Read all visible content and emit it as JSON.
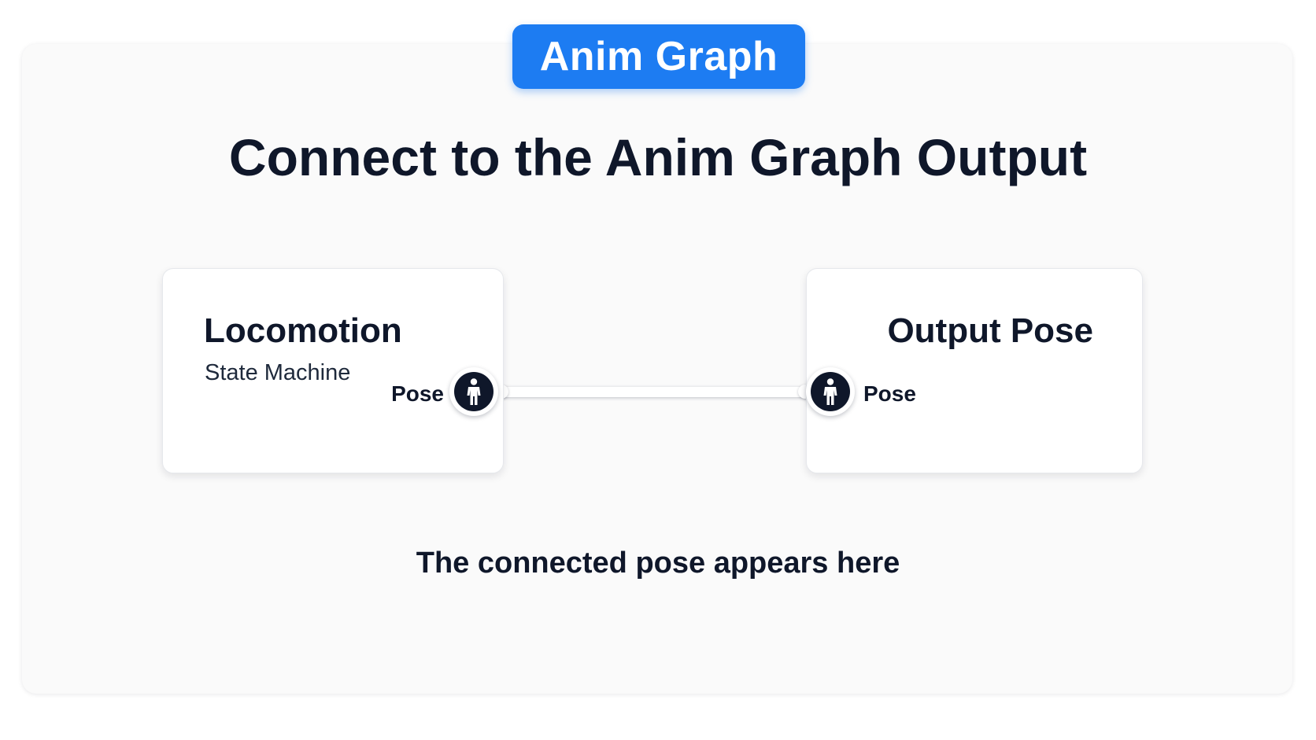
{
  "badge": {
    "label": "Anim Graph",
    "color": "#1d7cf2"
  },
  "title": "Connect to the Anim Graph Output",
  "nodes": {
    "source": {
      "title": "Locomotion",
      "subtitle": "State Machine",
      "pin_label": "Pose",
      "pin_icon": "person-icon"
    },
    "output": {
      "title": "Output Pose",
      "pin_label": "Pose",
      "pin_icon": "person-icon"
    }
  },
  "caption": "The connected pose appears here"
}
